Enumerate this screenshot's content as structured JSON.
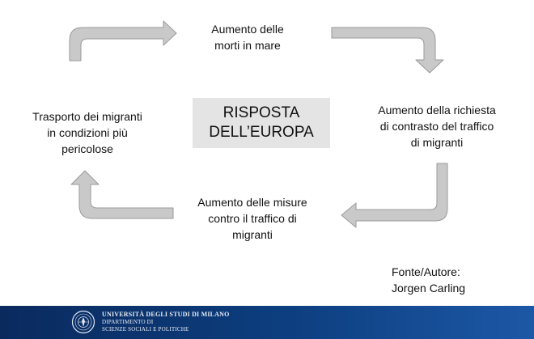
{
  "diagram": {
    "center_label": "RISPOSTA\nDELL’EUROPA",
    "nodes": {
      "top": "Aumento delle\nmorti in mare",
      "right": "Aumento della richiesta\ndi contrasto del traffico\ndi migranti",
      "bottom": "Aumento delle misure\ncontro il traffico di\nmigranti",
      "left": "Trasporto dei migranti\nin condizioni più\npericolose"
    },
    "arrow_color": "#c9c9c9",
    "arrow_outline_color": "#9a9a9a",
    "center_box_color": "#e4e4e4"
  },
  "source": {
    "label": "Fonte/Autore:",
    "author": "Jorgen Carling"
  },
  "footer": {
    "university": "UNIVERSITÀ DEGLI STUDI DI MILANO",
    "department_line1": "DIPARTIMENTO DI",
    "department_line2": "SCIENZE SOCIALI E POLITICHE",
    "background_color": "#0d3f80"
  }
}
